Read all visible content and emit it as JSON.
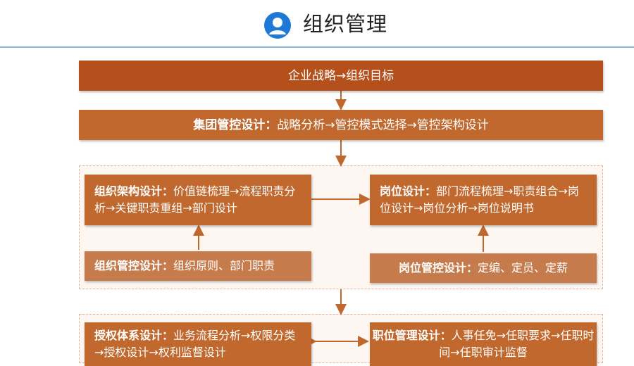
{
  "header": {
    "title": "组织管理",
    "icon": "user-avatar-icon"
  },
  "colors": {
    "dark": "#b5501c",
    "mid": "#c0682d",
    "light": "#c67b4c",
    "rule": "#8fb4d8",
    "arrow": "#c0682d"
  },
  "flow": {
    "strategy": "企业战略→组织目标",
    "group_control": {
      "bold": "集团管控设计：",
      "text": "战略分析→管控模式选择→管控架构设计"
    },
    "org_structure": {
      "bold": "组织架构设计：",
      "text": "价值链梳理→流程职责分析→关键职责重组→部门设计"
    },
    "org_control": {
      "bold": "组织管控设计：",
      "text": "组织原则、部门职责"
    },
    "job_design": {
      "bold": "岗位设计：",
      "text": "部门流程梳理→职责组合→岗位设计→岗位分析→岗位说明书"
    },
    "job_control": {
      "bold": "岗位管控设计：",
      "text": "定编、定员、定薪"
    },
    "authorization": {
      "bold": "授权体系设计：",
      "text": "业务流程分析→权限分类→授权设计→权利监督设计"
    },
    "position_mgmt": {
      "bold": "职位管理设计：",
      "text": "人事任免→任职要求→任职时间→任职审计监督"
    }
  }
}
